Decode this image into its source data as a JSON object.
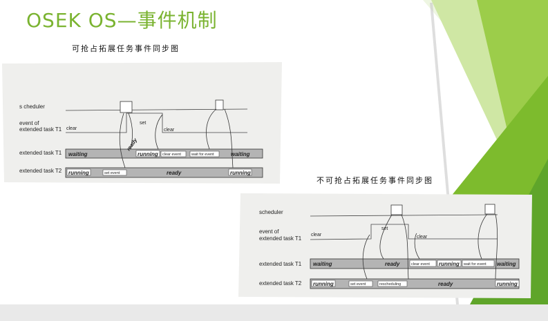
{
  "title": "OSEK OS—事件机制",
  "preemptable_figure": {
    "caption": "可抢占拓展任务事件同步图",
    "labels": {
      "scheduler": "s cheduler",
      "event_l1": "event of",
      "event_l2": "extended task T1",
      "t1": "extended task T1",
      "t2": "extended task T2"
    },
    "clear1": "clear",
    "set": "set",
    "clear2": "clear",
    "ready_diag": "ready",
    "t1_waiting": "waiting",
    "t1_running": "running",
    "t1_clear_event": "clear event",
    "t1_wait_for_event": "wait for event",
    "t1_waiting2": "waiting",
    "t2_running": "running",
    "t2_set_event": "set event",
    "t2_ready": "ready",
    "t2_running2": "running"
  },
  "non_preemptable_figure": {
    "caption": "不可抢占拓展任务事件同步图",
    "labels": {
      "scheduler": "scheduler",
      "event_l1": "event of",
      "event_l2": "extended  task T1",
      "t1": "extended task T1",
      "t2": "extended  task T2"
    },
    "clear1": "clear",
    "set": "set",
    "clear2": "clear",
    "t1_waiting": "waiting",
    "t1_ready": "ready",
    "t1_clear_event": "clear event",
    "t1_running": "running",
    "t1_wait_for_event": "wait for event",
    "t1_waiting2": "waiting",
    "t2_running": "running",
    "t2_set_event": "set event",
    "t2_rescheduling": "rescheduling",
    "t2_ready": "ready",
    "t2_running2": "running"
  },
  "colors": {
    "accent_green": "#7ab330",
    "light_green": "#a6d05a",
    "pale_green": "#d2e9a8",
    "bar_gray": "#b4b4b4"
  }
}
